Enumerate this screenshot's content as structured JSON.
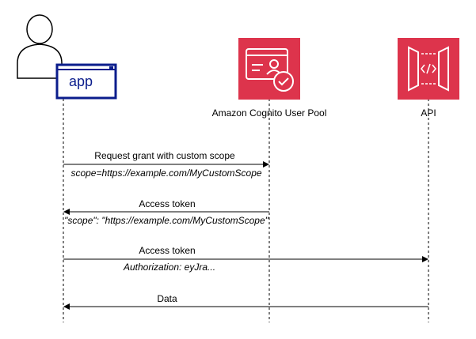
{
  "participants": {
    "client": {
      "app_label": "app"
    },
    "cognito": {
      "label": "Amazon Cognito User Pool"
    },
    "api": {
      "label": "API"
    }
  },
  "messages": [
    {
      "label": "Request grant with custom scope",
      "note": "scope=https://example.com/MyCustomScope"
    },
    {
      "label": "Access token",
      "note": "\"scope\": \"https://example.com/MyCustomScope\""
    },
    {
      "label": "Access token",
      "note": "Authorization: eyJra..."
    },
    {
      "label": "Data",
      "note": ""
    }
  ],
  "colors": {
    "aws_red": "#dd344c",
    "app_blue": "#0b1d8c",
    "line": "#000000"
  },
  "icons": {
    "user": "user-silhouette-icon",
    "app": "app-window-icon",
    "cognito": "cognito-user-pool-icon",
    "api": "api-gateway-icon"
  }
}
